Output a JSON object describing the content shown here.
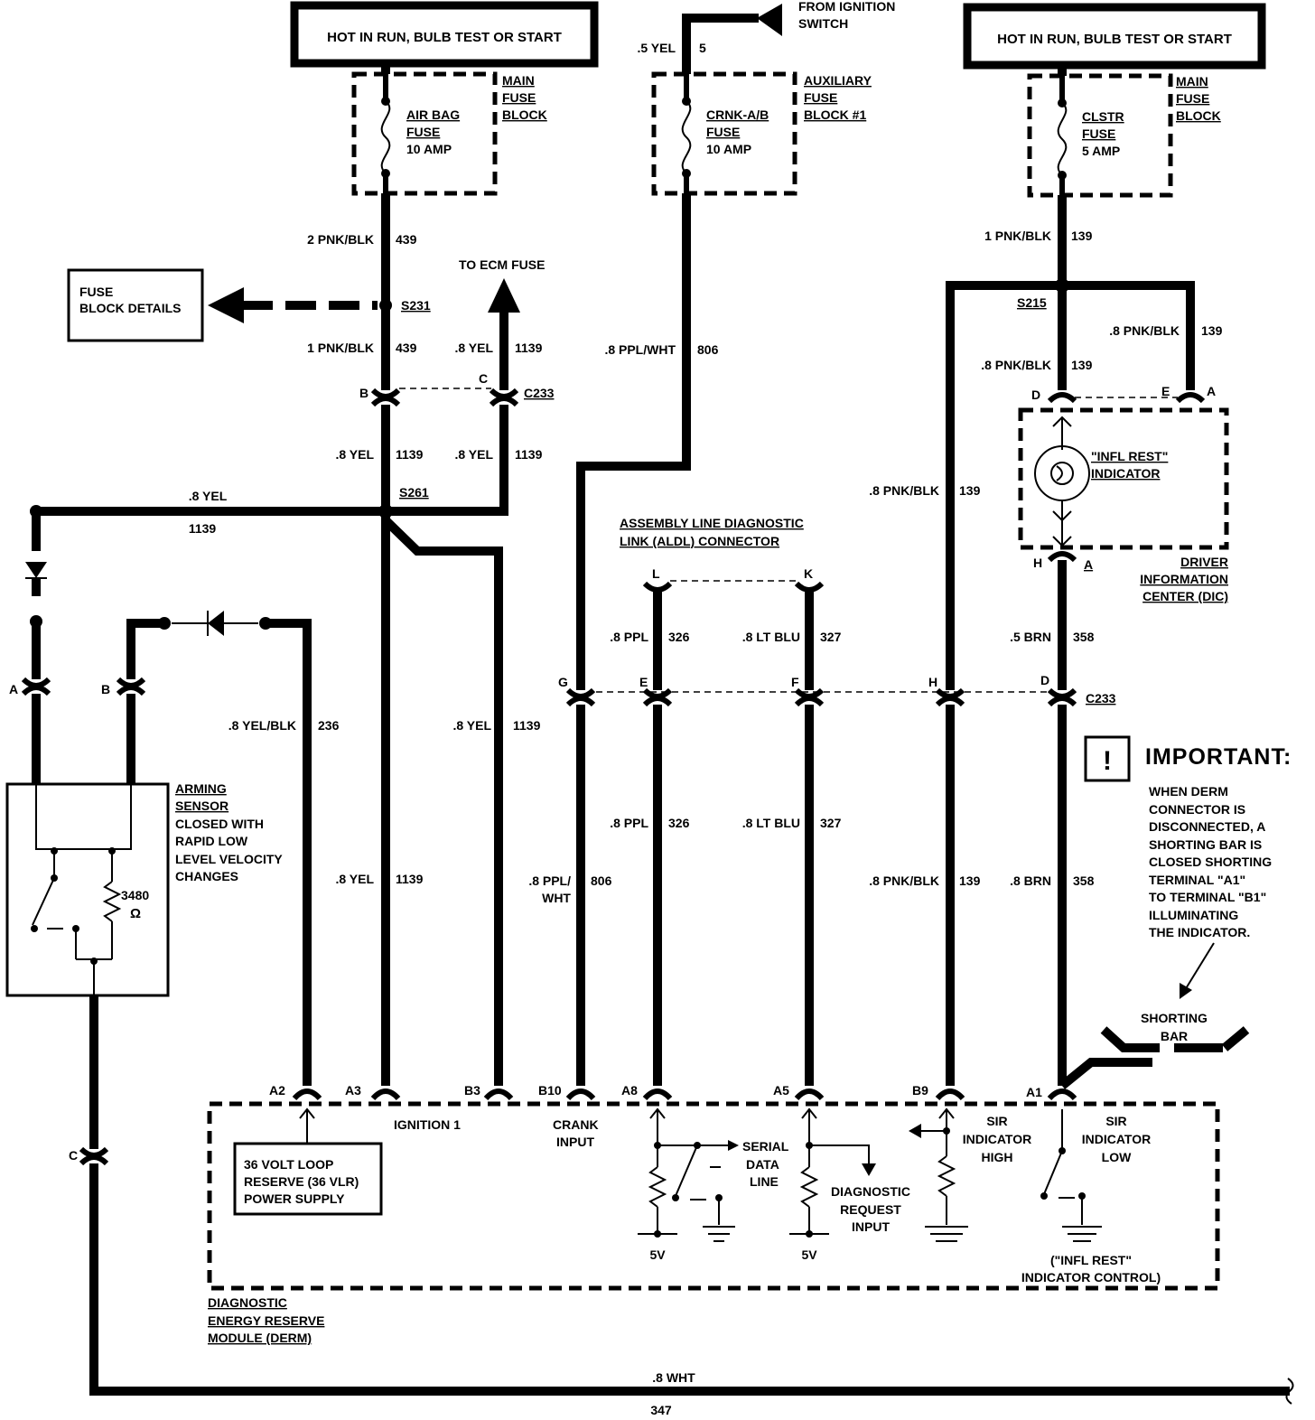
{
  "banners": {
    "hot_left": "HOT IN RUN, BULB TEST OR START",
    "hot_right": "HOT IN RUN, BULB TEST OR START",
    "from_ignition_1": "FROM IGNITION",
    "from_ignition_2": "SWITCH"
  },
  "fuses": {
    "airbag": {
      "l1": "AIR BAG",
      "l2": "FUSE",
      "l3": "10 AMP",
      "block_1": "MAIN",
      "block_2": "FUSE",
      "block_3": "BLOCK"
    },
    "crank": {
      "l1": "CRNK-A/B",
      "l2": "FUSE",
      "l3": "10 AMP",
      "block_1": "AUXILIARY",
      "block_2": "FUSE",
      "block_3": "BLOCK #1"
    },
    "clstr": {
      "l1": "CLSTR",
      "l2": "FUSE",
      "l3": "5 AMP",
      "block_1": "MAIN",
      "block_2": "FUSE",
      "block_3": "BLOCK"
    }
  },
  "refs": {
    "fuse_block_details_1": "FUSE",
    "fuse_block_details_2": "BLOCK DETAILS",
    "to_ecm_fuse": "TO ECM FUSE"
  },
  "splices": {
    "s231": "S231",
    "s261": "S261",
    "s215": "S215"
  },
  "connectors": {
    "c233_top": "C233",
    "c233_mid": "C233",
    "pin_b": "B",
    "pin_c": "C",
    "pin_g": "G",
    "pin_e": "E",
    "pin_f": "F",
    "pin_h": "H",
    "pin_d": "D",
    "aldl_l": "L",
    "aldl_k": "K",
    "dic_d": "D",
    "dic_e": "E",
    "dic_a": "A",
    "dic_h": "H",
    "dic_a2": "A",
    "arm_a": "A",
    "arm_b": "B",
    "arm_c": "C",
    "derm_a2": "A2",
    "derm_a3": "A3",
    "derm_b3": "B3",
    "derm_b10": "B10",
    "derm_a8": "A8",
    "derm_a5": "A5",
    "derm_b9": "B9",
    "derm_a1": "A1"
  },
  "wires": {
    "w5yel": ".5 YEL",
    "w5": "5",
    "w2pnkblk": "2 PNK/BLK",
    "w439a": "439",
    "w1pnkblk": "1 PNK/BLK",
    "w439b": "439",
    "w8yel_c": ".8 YEL",
    "w1139_c": "1139",
    "w8yel_b": ".8 YEL",
    "w1139_b": "1139",
    "w8yel_c2": ".8 YEL",
    "w1139_c2": "1139",
    "w8yel_left": ".8 YEL",
    "w1139_left": "1139",
    "w8ppwht_top": ".8 PPL/WHT",
    "w806_top": "806",
    "w1pnkblk_r": "1 PNK/BLK",
    "w139_r": "139",
    "w8pnkblk_ra": ".8 PNK/BLK",
    "w139_ra": "139",
    "w8pnkblk_rb": ".8 PNK/BLK",
    "w139_rb": "139",
    "w8pnkblk_h": ".8 PNK/BLK",
    "w139_h": "139",
    "w8ppl_a": ".8 PPL",
    "w326_a": "326",
    "w8ltblu_a": ".8 LT BLU",
    "w327_a": "327",
    "w5brn": ".5 BRN",
    "w358_a": "358",
    "w8yelblk": ".8 YEL/BLK",
    "w236": "236",
    "w8yel_b3": ".8 YEL",
    "w1139_b3": "1139",
    "w8ppl_b": ".8 PPL",
    "w326_b": "326",
    "w8ltblu_b": ".8 LT BLU",
    "w327_b": "327",
    "w8yel_a3": ".8 YEL",
    "w1139_a3": "1139",
    "w8ppl_wht_1": ".8 PPL/",
    "w8ppl_wht_2": "WHT",
    "w806_b": "806",
    "w8pnkblk_b9": ".8 PNK/BLK",
    "w139_b9": "139",
    "w8brn": ".8 BRN",
    "w358_b": "358",
    "w8wht": ".8 WHT",
    "w347": "347"
  },
  "aldl": {
    "l1": "ASSEMBLY LINE DIAGNOSTIC",
    "l2": "LINK (ALDL) CONNECTOR"
  },
  "dic": {
    "ind1": "\"INFL REST\"",
    "ind2": "INDICATOR",
    "dic1": "DRIVER",
    "dic2": "INFORMATION",
    "dic3": "CENTER (DIC)"
  },
  "arming": {
    "l1": "ARMING",
    "l2": "SENSOR",
    "l3": "CLOSED WITH",
    "l4": "RAPID LOW",
    "l5": "LEVEL VELOCITY",
    "l6": "CHANGES",
    "r1": "3480",
    "r2": "Ω"
  },
  "important": {
    "title": "IMPORTANT:",
    "icon": "exclamation-icon",
    "lines": [
      "WHEN DERM",
      "CONNECTOR IS",
      "DISCONNECTED, A",
      "SHORTING BAR IS",
      "CLOSED SHORTING",
      "TERMINAL \"A1\"",
      "TO TERMINAL \"B1\"",
      "ILLUMINATING",
      "THE INDICATOR."
    ],
    "bar1": "SHORTING",
    "bar2": "BAR"
  },
  "derm": {
    "ignition1": "IGNITION 1",
    "crank1": "CRANK",
    "crank2": "INPUT",
    "vlr1": "36 VOLT LOOP",
    "vlr2": "RESERVE (36 VLR)",
    "vlr3": "POWER SUPPLY",
    "serial1": "SERIAL",
    "serial2": "DATA",
    "serial3": "LINE",
    "diag1": "DIAGNOSTIC",
    "diag2": "REQUEST",
    "diag3": "INPUT",
    "sirh1": "SIR",
    "sirh2": "INDICATOR",
    "sirh3": "HIGH",
    "sirl1": "SIR",
    "sirl2": "INDICATOR",
    "sirl3": "LOW",
    "ctrl1": "(\"INFL REST\"",
    "ctrl2": "INDICATOR CONTROL)",
    "v5a": "5V",
    "v5b": "5V",
    "name1": "DIAGNOSTIC",
    "name2": "ENERGY RESERVE",
    "name3": "MODULE (DERM)"
  }
}
